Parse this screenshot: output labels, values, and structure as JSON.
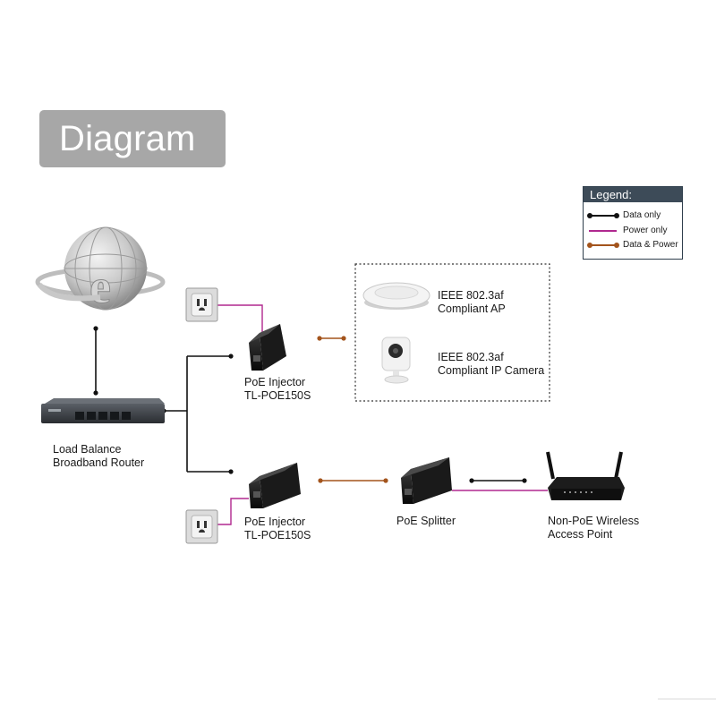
{
  "badge": {
    "title": "Diagram"
  },
  "legend": {
    "title": "Legend:",
    "items": [
      {
        "label": "Data only",
        "color": "#111111",
        "dots": true
      },
      {
        "label": "Power only",
        "color": "#b0288f",
        "dots": false
      },
      {
        "label": "Data & Power",
        "color": "#a3541c",
        "dots": true
      }
    ]
  },
  "devices": {
    "router": {
      "line1": "Load Balance",
      "line2": "Broadband Router"
    },
    "injector_top": {
      "line1": "PoE Injector",
      "line2": "TL-POE150S"
    },
    "injector_bottom": {
      "line1": "PoE Injector",
      "line2": "TL-POE150S"
    },
    "access_point": {
      "line1": "IEEE 802.3af",
      "line2": "Compliant AP"
    },
    "ip_camera": {
      "line1": "IEEE 802.3af",
      "line2": "Compliant IP Camera"
    },
    "splitter": {
      "label": "PoE Splitter"
    },
    "wireless": {
      "line1": "Non-PoE Wireless",
      "line2": "Access Point"
    }
  },
  "colors": {
    "data": "#111111",
    "power": "#b0288f",
    "data_power": "#a3541c",
    "badge": "#a7a7a7",
    "legend_header": "#3d4b58"
  }
}
